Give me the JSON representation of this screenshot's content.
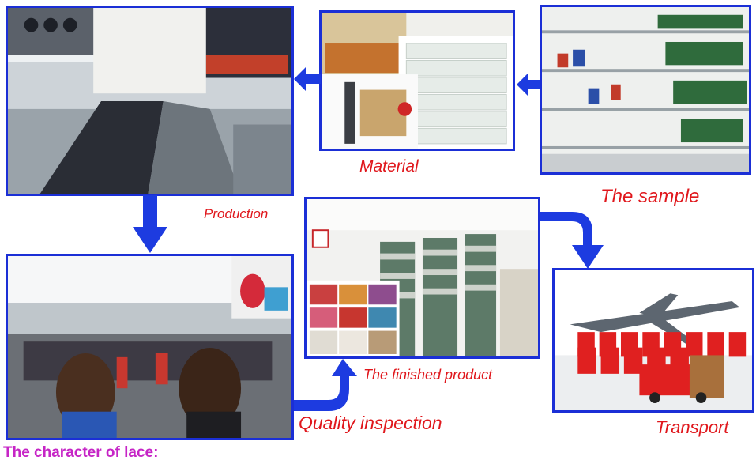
{
  "steps": {
    "production": "Production",
    "material": "Material",
    "sample": "The sample",
    "finished": "The finished product",
    "quality": "Quality inspection",
    "transport": "Transport"
  },
  "caption": "The character of lace:",
  "colors": {
    "frame": "#1b2fd6",
    "arrow": "#1d3be0",
    "label": "#e0171c",
    "caption": "#c625c6"
  }
}
